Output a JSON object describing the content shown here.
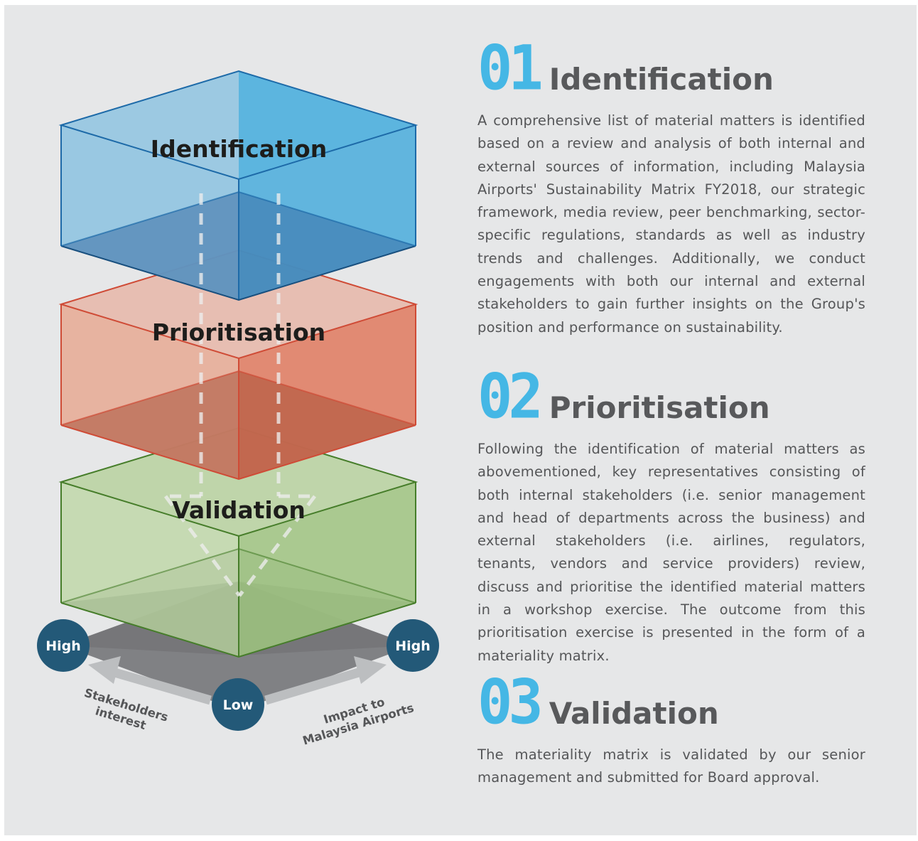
{
  "diagram": {
    "layers": [
      {
        "label": "Identification"
      },
      {
        "label": "Prioritisation"
      },
      {
        "label": "Validation"
      }
    ],
    "axis": {
      "left_high": "High",
      "right_high": "High",
      "origin_low": "Low",
      "left_axis_line1": "Stakeholders",
      "left_axis_line2": "interest",
      "right_axis_line1": "Impact to",
      "right_axis_line2": "Malaysia Airports"
    },
    "colors": {
      "identification": "#4aaedf",
      "prioritisation": "#e0694f",
      "validation": "#86b45c",
      "circle": "#235978",
      "accent": "#45b7e5"
    }
  },
  "steps": [
    {
      "number": "01",
      "title": "Identification",
      "body": "A comprehensive list of material matters is identified based on a review and analysis of both internal and external sources of information, including Malaysia Airports' Sustainability Matrix FY2018, our strategic framework, media review, peer benchmarking, sector-specific regulations, standards as well as industry trends and challenges. Additionally, we conduct engagements with both our internal and external stakeholders to gain further insights on the Group's position and performance on sustainability."
    },
    {
      "number": "02",
      "title": "Prioritisation",
      "body": "Following the identification of material matters as abovementioned, key representatives consisting of both internal stakeholders (i.e. senior management and head of departments across the business) and external stakeholders (i.e. airlines, regulators, tenants, vendors and service providers) review, discuss and prioritise the identified material matters in a workshop exercise. The outcome from this prioritisation exercise is presented in the form of a materiality matrix."
    },
    {
      "number": "03",
      "title": "Validation",
      "body": "The materiality matrix is validated by our senior management and submitted for Board approval."
    }
  ]
}
